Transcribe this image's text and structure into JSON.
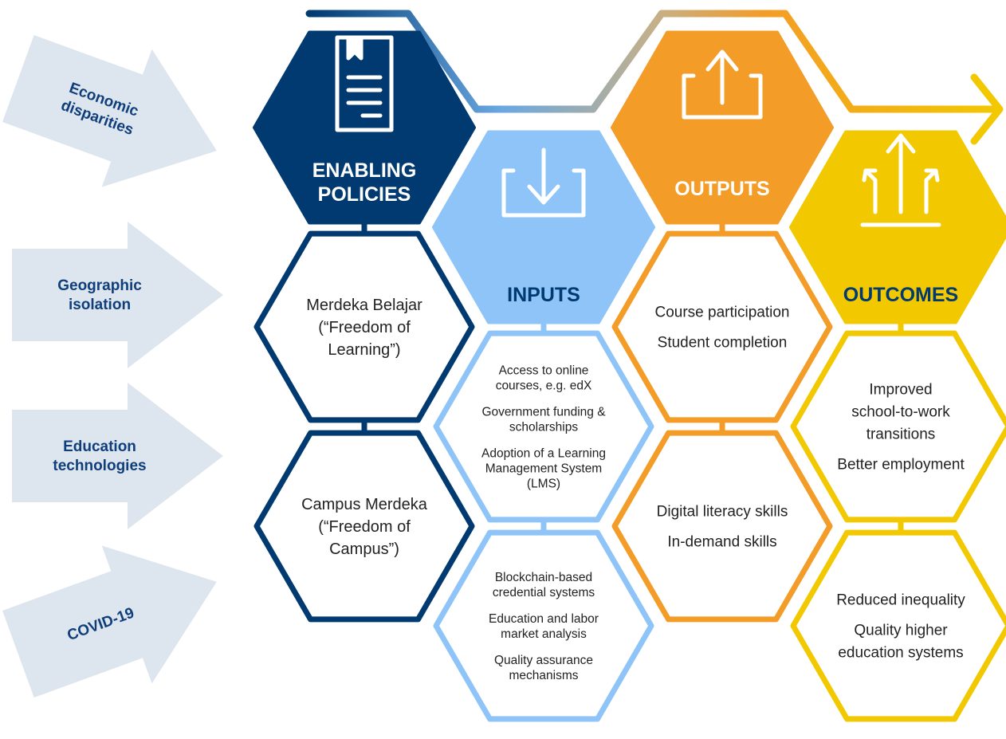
{
  "colors": {
    "navy": "#003a70",
    "light_blue": "#8ec4f8",
    "orange": "#f39c27",
    "yellow": "#f2c800",
    "arrow_fill": "#dde6ee",
    "arrow_text": "#0f3e7a"
  },
  "factors": [
    {
      "label_lines": [
        "Economic",
        "disparities"
      ]
    },
    {
      "label_lines": [
        "Geographic",
        "isolation"
      ]
    },
    {
      "label_lines": [
        "Education",
        "technologies"
      ]
    },
    {
      "label_lines": [
        "COVID-19"
      ]
    }
  ],
  "enabling_policies": {
    "icon": "document-icon",
    "title_lines": [
      "ENABLING",
      "POLICIES"
    ],
    "items": [
      {
        "lines": [
          "Merdeka Belajar",
          "(“Freedom of",
          "Learning”)"
        ]
      },
      {
        "lines": [
          "Campus Merdeka",
          "(“Freedom of",
          "Campus”)"
        ]
      }
    ]
  },
  "inputs": {
    "icon": "download-tray-icon",
    "title_lines": [
      "INPUTS"
    ],
    "items": [
      {
        "lines": [
          "Access to online",
          "courses, e.g. edX",
          "",
          "Government funding &",
          "scholarships",
          "",
          "Adoption of a Learning",
          "Management System",
          "(LMS)"
        ]
      },
      {
        "lines": [
          "Blockchain-based",
          "credential systems",
          "",
          "Education and labor",
          "market analysis",
          "",
          "Quality assurance",
          "mechanisms"
        ]
      }
    ]
  },
  "outputs": {
    "icon": "upload-tray-icon",
    "title_lines": [
      "OUTPUTS"
    ],
    "items": [
      {
        "lines": [
          "Course participation",
          "",
          "Student completion"
        ]
      },
      {
        "lines": [
          "Digital literacy skills",
          "",
          "In-demand skills"
        ]
      }
    ]
  },
  "outcomes": {
    "icon": "branching-arrows-icon",
    "title_lines": [
      "OUTCOMES"
    ],
    "items": [
      {
        "lines": [
          "Improved",
          "school-to-work",
          "transitions",
          "",
          "Better employment"
        ]
      },
      {
        "lines": [
          "Reduced inequality",
          "",
          "Quality higher",
          "education systems"
        ]
      }
    ]
  }
}
